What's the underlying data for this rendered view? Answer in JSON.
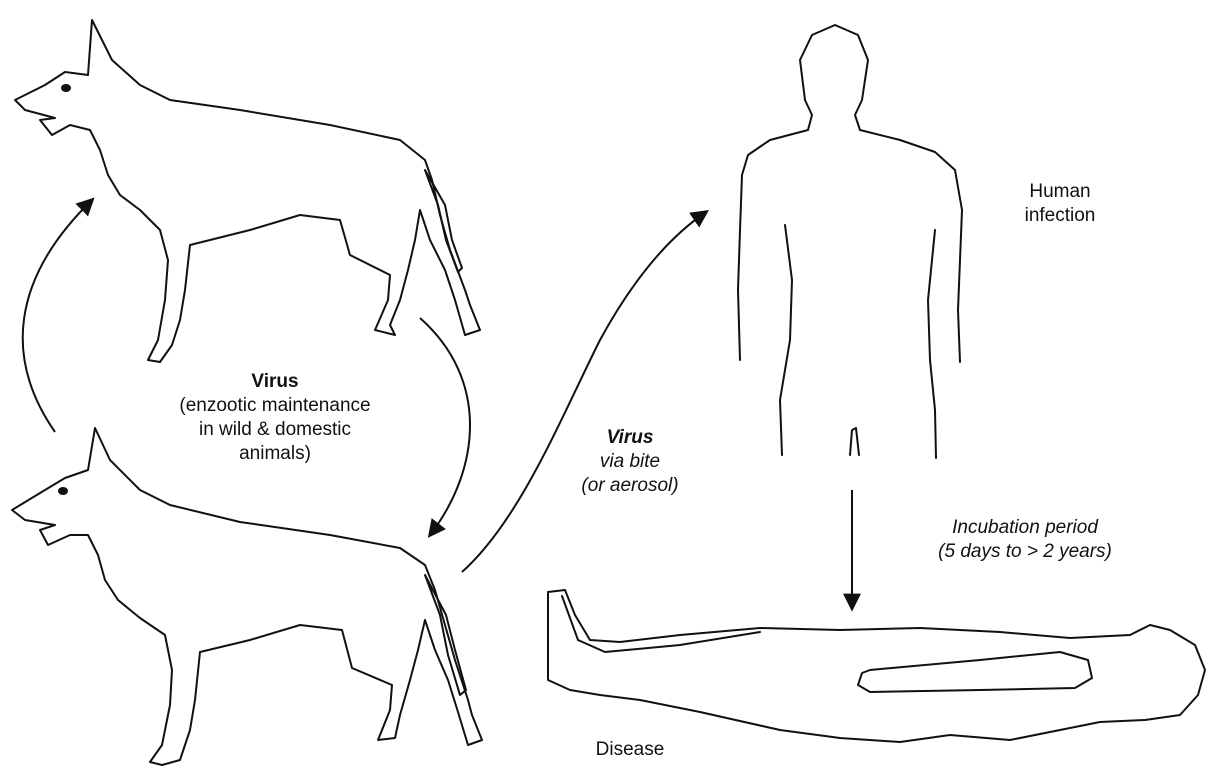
{
  "labels": {
    "enzootic": {
      "title": "Virus",
      "lines": [
        "(enzootic maintenance",
        "in wild & domestic",
        "animals)"
      ]
    },
    "transmission": {
      "title": "Virus",
      "lines": [
        "via bite",
        "(or aerosol)"
      ]
    },
    "human": {
      "lines": [
        "Human",
        "infection"
      ]
    },
    "incubation": {
      "lines": [
        "Incubation period",
        "(5 days to > 2 years)"
      ]
    },
    "disease": {
      "text": "Disease"
    }
  }
}
